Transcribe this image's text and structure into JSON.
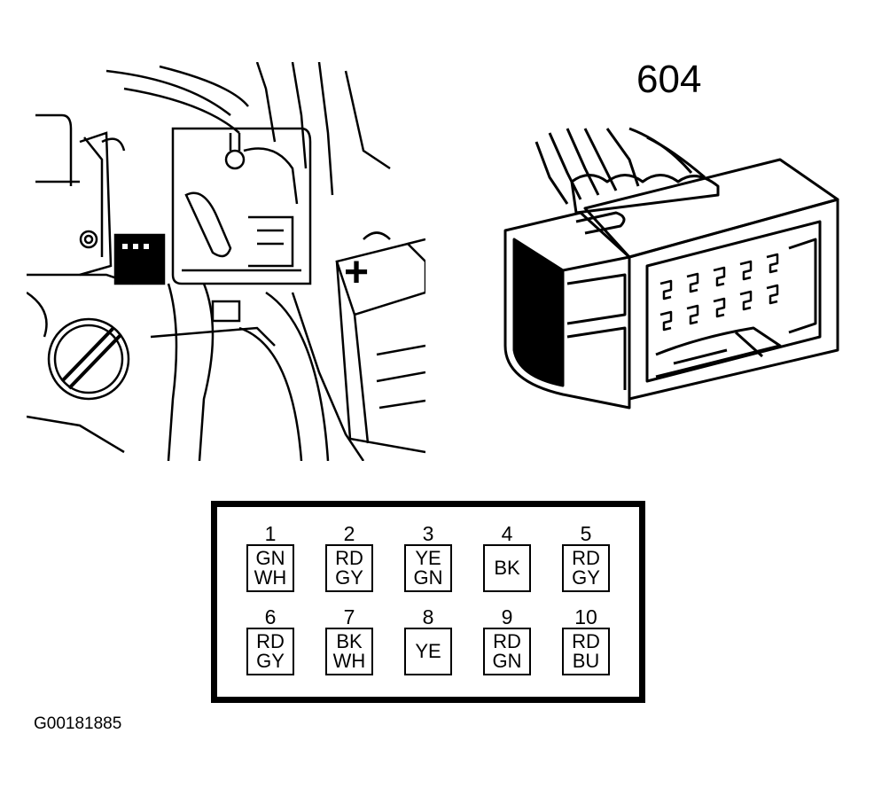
{
  "connector": {
    "number": "604"
  },
  "pins": [
    {
      "num": "1",
      "colors": [
        "GN",
        "WH"
      ]
    },
    {
      "num": "2",
      "colors": [
        "RD",
        "GY"
      ]
    },
    {
      "num": "3",
      "colors": [
        "YE",
        "GN"
      ]
    },
    {
      "num": "4",
      "colors": [
        "BK"
      ]
    },
    {
      "num": "5",
      "colors": [
        "RD",
        "GY"
      ]
    },
    {
      "num": "6",
      "colors": [
        "RD",
        "GY"
      ]
    },
    {
      "num": "7",
      "colors": [
        "BK",
        "WH"
      ]
    },
    {
      "num": "8",
      "colors": [
        "YE"
      ]
    },
    {
      "num": "9",
      "colors": [
        "RD",
        "GN"
      ]
    },
    {
      "num": "10",
      "colors": [
        "RD",
        "BU"
      ]
    }
  ],
  "engine": {
    "plus_symbol": "+"
  },
  "figure": {
    "code": "G00181885"
  }
}
